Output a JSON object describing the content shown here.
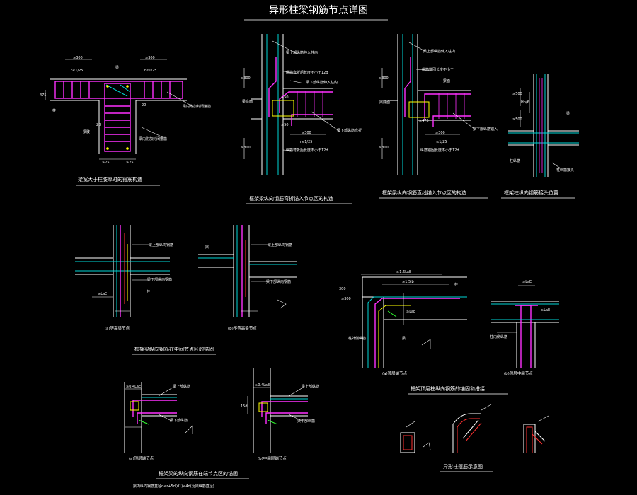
{
  "title": "异形柱梁钢筋节点详图",
  "captions": {
    "d1": "梁宽大于柱肢厚时的箍筋构造",
    "d2": "框架梁纵向钢筋弯折锚入节点区的构造",
    "d3": "框架梁纵向钢筋直线锚入节点区的构造",
    "d4": "框架柱纵向钢筋接头位置",
    "d5": "框架梁纵向钢筋在中间节点区的锚固",
    "d6": "框架顶层柱纵向钢筋的锚固和搭接",
    "d7": "框架梁的纵向钢筋在端节点区的锚固",
    "d8": "异形柱箍筋示意图"
  },
  "subcaptions": {
    "d5a": "(a)等高梁节点",
    "d5b": "(b)不等高梁节点",
    "d6a": "(a)顶层端节点",
    "d6b": "(b)顶层中间节点",
    "d7a": "(a)顶层端节点",
    "d7b": "(b)中间层端节点"
  },
  "note_d7": "梁内纵向钢筋直径d≤r+5d(d1)≤4d(为梁纵筋直径)",
  "dims": {
    "d1_top1": "≥300",
    "d1_top1b": "r≤1/25",
    "d1_top2": "≥300",
    "d1_top2b": "r≤1/25",
    "d1_side": "475",
    "d1_b1": "≥75",
    "d1_b2": "≥75",
    "d1_v1": "20",
    "d1_v2": "20",
    "d2_v1": "≥300",
    "d2_v2": "≥300",
    "d2_h": "≥300",
    "d2_hb": "r≤1/25",
    "d2_s1": "≥50",
    "d2_s2": "≥50",
    "d3_v1": "≥300",
    "d3_v2": "≥300",
    "d3_h": "≥300",
    "d3_hb": "r≤1/25",
    "d3_s1": "≥475",
    "d4_v1": "≥500",
    "d4_v2": "≥500",
    "d4_v3": "Hn/6",
    "d5_la": "≥LaE",
    "d6_top": "≥1.6LaE",
    "d6_mid": "≥1.5lb",
    "d6_left": "300",
    "d6_left2": "≥300",
    "d6_v": "≥LaE",
    "d6b_top": "≥LaE",
    "d6b_v": "≥LaE",
    "d7_top1": "≥0.4LaE",
    "d7_top2": "≥0.4LaE",
    "d7_v": "15d"
  },
  "labels": {
    "d1_beam": "梁",
    "d1_col": "柱",
    "d1_stir": "梁内附加封闭箍筋",
    "d1_note": "梁内附加封闭箍筋",
    "d1_dash": "梁肢",
    "d2_a": "梁上部纵筋伸入柱内",
    "d2_b": "纵筋弯折后长度不小于12d",
    "d2_c": "梁下部纵筋伸入柱内",
    "d2_d": "梁底面",
    "d2_e": "梁下部纵筋弯折",
    "d2_f": "纵筋弯折后长度不小于12d",
    "d3_a": "梁上部纵筋伸入柱内",
    "d3_b": "纵筋锚固长度不小于",
    "d3_c": "梁面",
    "d3_d": "梁底面",
    "d3_e": "梁下部纵筋锚入",
    "d3_f": "纵筋锚固长度不小于12d",
    "d4_a": "柱纵筋",
    "d4_b": "梁",
    "d4_c": "柱纵筋接头",
    "d5_a": "梁上部纵向钢筋",
    "d5_b": "梁下部纵向钢筋",
    "d5_c": "柱",
    "d5_d": "梁",
    "d5_e": "梁上部纵向钢筋",
    "d5_f": "梁下部纵向钢筋",
    "d6_a": "柱",
    "d6_b": "柱外侧纵筋",
    "d6_c": "柱内侧纵筋",
    "d6_d": "梁",
    "d7_a": "梁上部纵筋",
    "d7_b": "梁下部纵筋",
    "d7_c": "梁上部纵筋",
    "d7_d": "梁下部纵筋"
  }
}
